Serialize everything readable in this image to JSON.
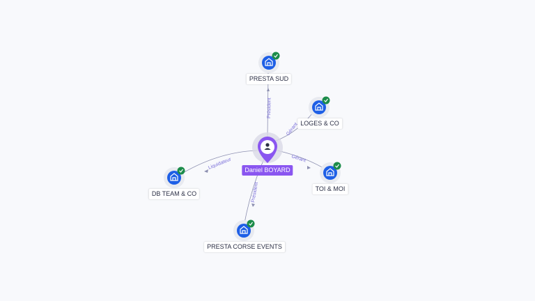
{
  "center": {
    "name": "Daniel BOYARD",
    "icon": "person-icon",
    "color": "#8a56f0"
  },
  "colors": {
    "edge": "#8c8fb0",
    "company": "#1e5fe6",
    "badge": "#1c8c4a",
    "edge_label": "#7a6fd9"
  },
  "companies": [
    {
      "name": "PRESTA SUD",
      "role": "Président",
      "status": "verified"
    },
    {
      "name": "LOGES & CO",
      "role": "Gérant",
      "status": "verified"
    },
    {
      "name": "TOI & MOI",
      "role": "Gérant",
      "status": "verified"
    },
    {
      "name": "DB TEAM & CO",
      "role": "Liquidateur",
      "status": "verified"
    },
    {
      "name": "PRESTA CORSE EVENTS",
      "role": "Président",
      "status": "verified"
    }
  ]
}
